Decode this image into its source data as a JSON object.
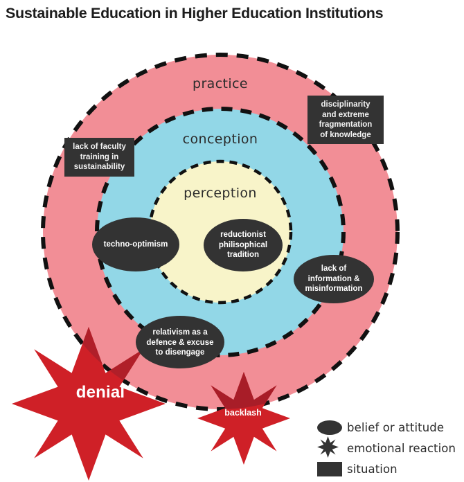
{
  "page": {
    "title": "Sustainable Education in Higher Education Institutions",
    "background": "#ffffff"
  },
  "colors": {
    "ring_practice": "#f28e96",
    "ring_conception": "#92d7e7",
    "ring_perception": "#f8f4c9",
    "ring_border": "#111111",
    "belief_fill": "#333333",
    "situation_fill": "#333333",
    "emotion_fill": "#cf2027",
    "emotion_fill_overlap": "#a81d28",
    "text_dark": "#2b2b2b",
    "text_light": "#ffffff"
  },
  "rings": [
    {
      "id": "practice",
      "label": "practice",
      "fill": "#f28e96",
      "radius": 256
    },
    {
      "id": "conception",
      "label": "conception",
      "fill": "#92d7e7",
      "radius": 178
    },
    {
      "id": "perception",
      "label": "perception",
      "fill": "#f8f4c9",
      "radius": 102
    }
  ],
  "situations": [
    {
      "id": "faculty-training",
      "lines": "lack of faculty\ntraining in\nsustainability",
      "shape": "rectangle"
    },
    {
      "id": "disciplinarity",
      "lines": "disciplinarity\nand extreme\nfragmentation\nof knowledge",
      "shape": "rectangle"
    }
  ],
  "beliefs": [
    {
      "id": "techno-optimism",
      "lines": "techno-optimism",
      "shape": "ellipse"
    },
    {
      "id": "reductionist",
      "lines": "reductionist\nphilisophical\ntradition",
      "shape": "ellipse"
    },
    {
      "id": "misinformation",
      "lines": "lack of\ninformation &\nmisinformation",
      "shape": "ellipse"
    },
    {
      "id": "relativism",
      "lines": "relativism as a\ndefence & excuse\nto disengage",
      "shape": "ellipse"
    }
  ],
  "emotions": [
    {
      "id": "denial",
      "label": "denial",
      "shape": "star"
    },
    {
      "id": "backlash",
      "label": "backlash",
      "shape": "star"
    }
  ],
  "legend": {
    "items": [
      {
        "icon": "ellipse-icon",
        "label": "belief or attitude"
      },
      {
        "icon": "star-icon",
        "label": "emotional reaction"
      },
      {
        "icon": "rectangle-icon",
        "label": "situation"
      }
    ]
  }
}
